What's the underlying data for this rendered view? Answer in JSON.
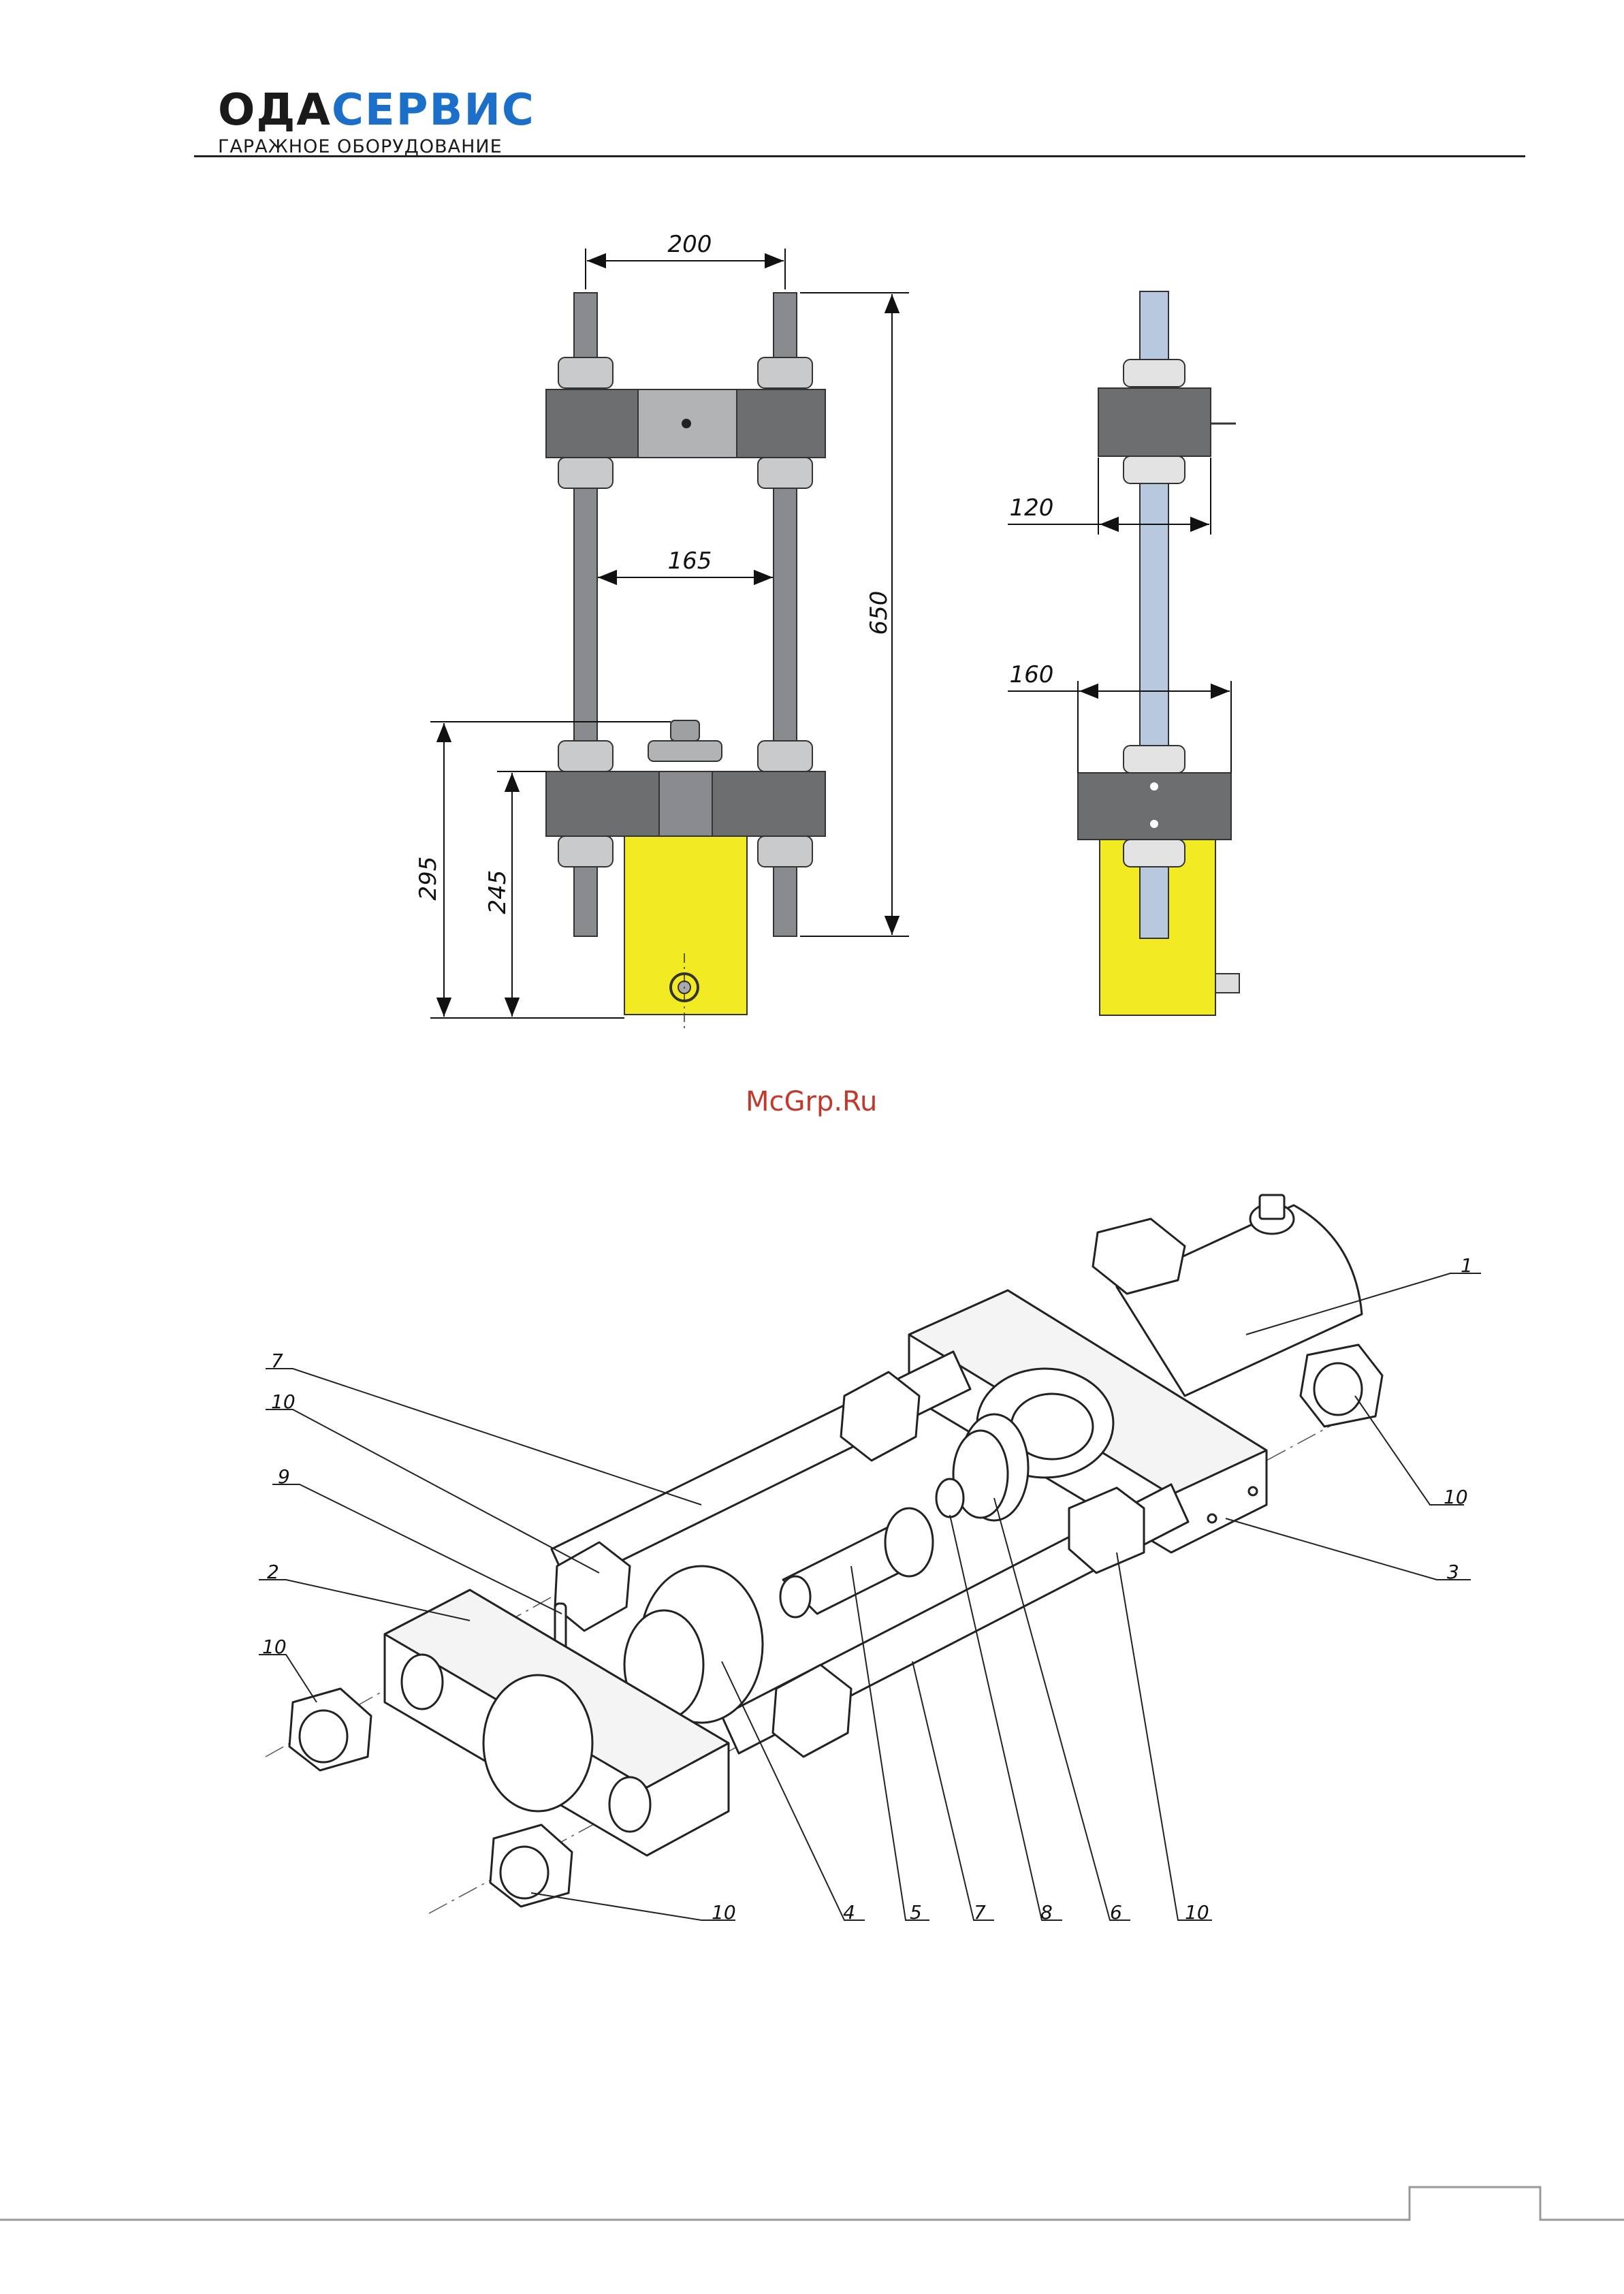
{
  "header": {
    "brand_part1": "ОДА",
    "brand_part2": "СЕРВИС",
    "tagline": "ГАРАЖНОЕ ОБОРУДОВАНИЕ"
  },
  "watermark": "McGrp.Ru",
  "front_view": {
    "dim_top_width": "200",
    "dim_inner_width": "165",
    "dim_total_height": "650",
    "dim_height_a": "295",
    "dim_height_b": "245"
  },
  "side_view": {
    "dim_upper_block": "120",
    "dim_lower_block": "160"
  },
  "exploded_view": {
    "callouts": [
      "1",
      "2",
      "3",
      "4",
      "5",
      "6",
      "7",
      "7",
      "8",
      "9",
      "10",
      "10",
      "10",
      "10",
      "10"
    ]
  },
  "colors": {
    "brand_blue": "#1c6fc9",
    "block_gray": "#6d6e70",
    "cylinder_yellow": "#f2ea22",
    "rod_blue": "#b8c8de",
    "watermark_red": "#c0392b"
  }
}
